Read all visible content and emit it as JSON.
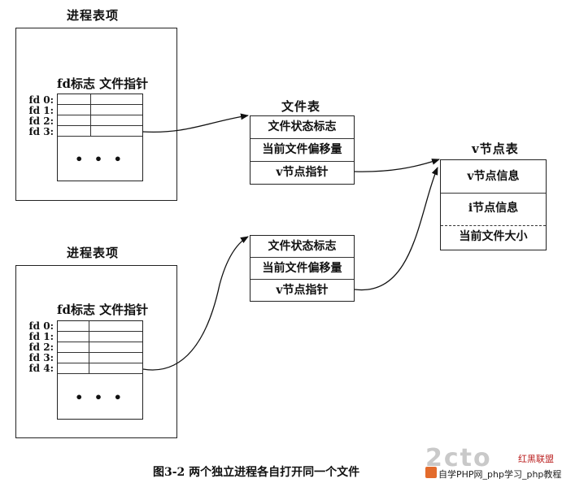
{
  "process_entry_top": {
    "title": "进程表项",
    "column_header": "fd标志 文件指针",
    "fd_labels": [
      "fd 0:",
      "fd 1:",
      "fd 2:",
      "fd 3:"
    ],
    "dots": "• • •"
  },
  "process_entry_bottom": {
    "title": "进程表项",
    "column_header": "fd标志  文件指针",
    "fd_labels": [
      "fd 0:",
      "fd 1:",
      "fd 2:",
      "fd 3:",
      "fd 4:"
    ],
    "dots": "• • •"
  },
  "file_table_top": {
    "title": "文件表",
    "fields": [
      "文件状态标志",
      "当前文件偏移量",
      "v节点指针"
    ]
  },
  "file_table_bottom": {
    "fields": [
      "文件状态标志",
      "当前文件偏移量",
      "v节点指针"
    ]
  },
  "vnode_table": {
    "title": "v节点表",
    "fields": [
      "v节点信息",
      "i节点信息",
      "当前文件大小"
    ]
  },
  "caption": "图3-2   两个独立进程各自打开同一个文件",
  "watermark": {
    "logo_text": "2cto",
    "brand": "红黑联盟",
    "tag": "自学PHP网_php学习_php教程"
  }
}
